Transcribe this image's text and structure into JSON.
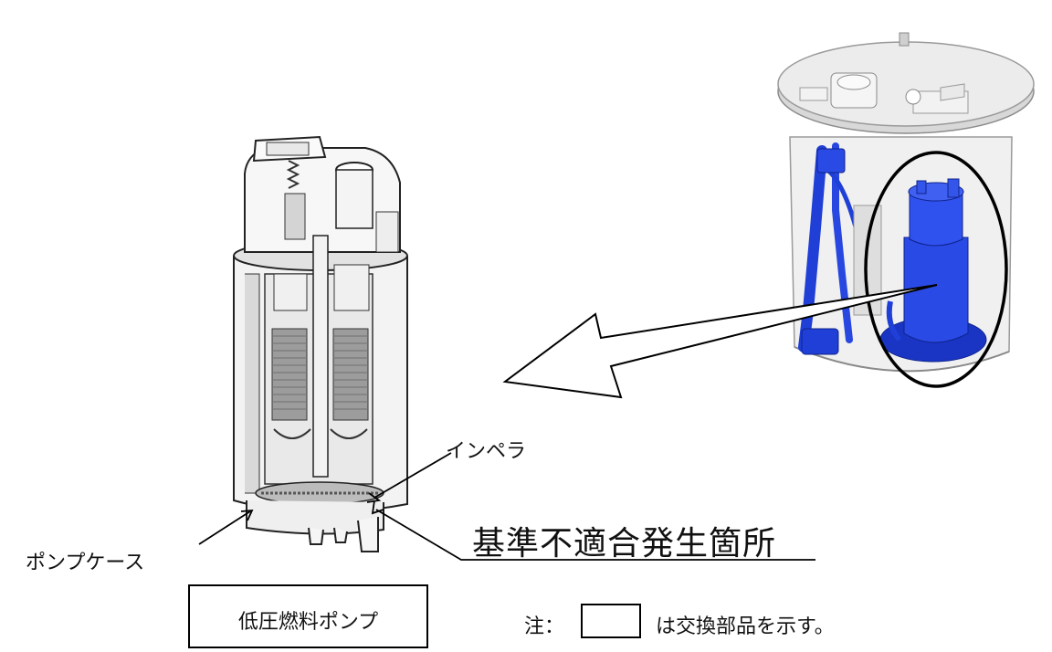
{
  "labels": {
    "impeller": "インペラ",
    "pump_case": "ポンプケース",
    "fault_location": "基準不適合発生箇所",
    "part_name": "低圧燃料ポンプ",
    "note_prefix": "注：",
    "note_suffix": "は交換部品を示す。"
  },
  "colors": {
    "module_blue": "#1f3fd6",
    "module_blue_dark": "#0f238c",
    "line": "#000000",
    "gray_light": "#e6e6e6",
    "gray_mid": "#bdbdbd"
  }
}
